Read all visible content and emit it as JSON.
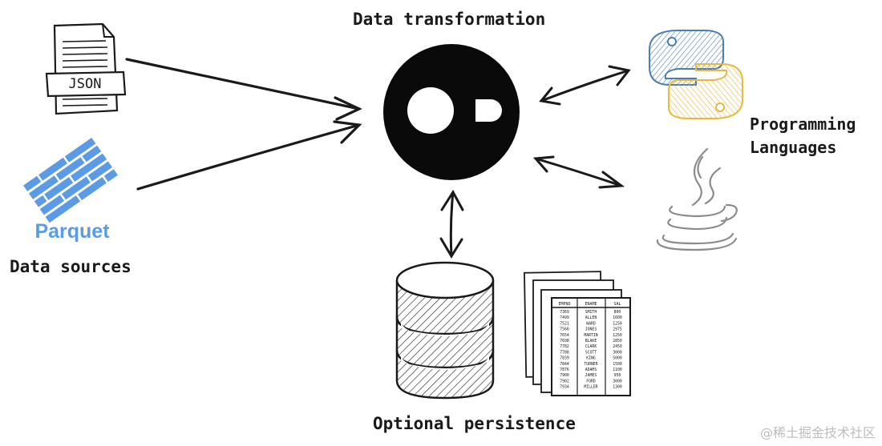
{
  "labels": {
    "data_transformation": "Data transformation",
    "data_sources": "Data sources",
    "programming_languages_line1": "Programming",
    "programming_languages_line2": "Languages",
    "optional_persistence": "Optional persistence"
  },
  "sources": {
    "json_label": "JSON",
    "parquet_label": "Parquet"
  },
  "table_card": {
    "headers": [
      "EMPNO",
      "ENAME",
      "SAL"
    ],
    "rows": [
      [
        "7369",
        "SMITH",
        "800"
      ],
      [
        "7499",
        "ALLEN",
        "1600"
      ],
      [
        "7521",
        "WARD",
        "1250"
      ],
      [
        "7566",
        "JONES",
        "2975"
      ],
      [
        "7654",
        "MARTIN",
        "1250"
      ],
      [
        "7698",
        "BLAKE",
        "2850"
      ],
      [
        "7782",
        "CLARK",
        "2450"
      ],
      [
        "7788",
        "SCOTT",
        "3000"
      ],
      [
        "7839",
        "KING",
        "5000"
      ],
      [
        "7844",
        "TURNER",
        "1500"
      ],
      [
        "7876",
        "ADAMS",
        "1100"
      ],
      [
        "7900",
        "JAMES",
        "950"
      ],
      [
        "7902",
        "FORD",
        "3000"
      ],
      [
        "7934",
        "MILLER",
        "1300"
      ]
    ]
  },
  "watermark": "@稀土掘金技术社区",
  "colors": {
    "ink": "#1a1a1a",
    "parquet_blue": "#5b9be6",
    "python_blue": "#4a7fb5",
    "python_yellow": "#f2c94c",
    "java_gray": "#8c8c8c"
  }
}
